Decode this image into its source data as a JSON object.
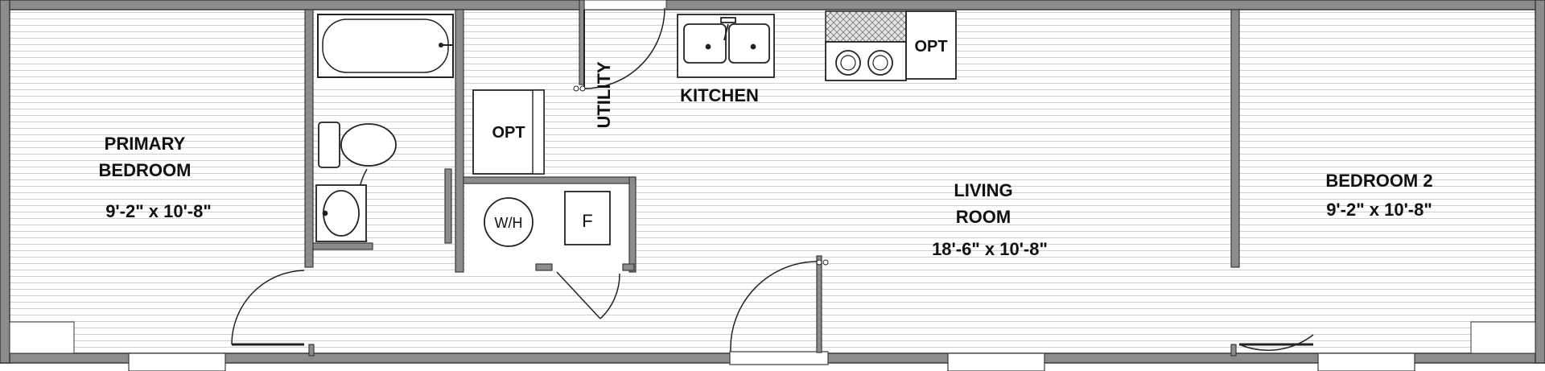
{
  "colors": {
    "wall": "#8c8c8c",
    "wall_stroke": "#3a3a3a",
    "floor_line": "#c9c9c9",
    "ink": "#111111",
    "background": "#ffffff"
  },
  "rooms": {
    "primary_bedroom": {
      "line1": "PRIMARY",
      "line2": "BEDROOM",
      "dims": "9'-2\"  x  10'-8\""
    },
    "living_room": {
      "line1": "LIVING",
      "line2": "ROOM",
      "dims": "18'-6\"  x  10'-8\""
    },
    "bedroom_2": {
      "line1": "BEDROOM 2",
      "dims": "9'-2\"  x  10'-8\""
    },
    "kitchen": {
      "label": "KITCHEN"
    },
    "utility": {
      "label": "UTILITY"
    }
  },
  "fixtures": {
    "opt_kitchen": "OPT",
    "opt_closet": "OPT",
    "water_heater": "W/H",
    "furnace": "F"
  },
  "icons": [
    "bathtub-icon",
    "toilet-icon",
    "vanity-sink-icon",
    "double-sink-icon",
    "range-icon",
    "door-swing-icon"
  ]
}
